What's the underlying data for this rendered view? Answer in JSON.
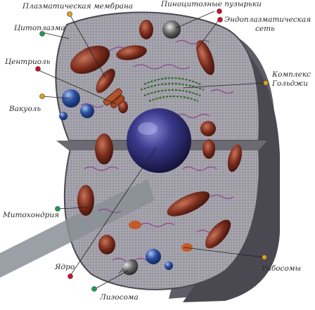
{
  "labels": {
    "plasma_membrane": "Плазматическая мембрана",
    "pinocytic_vesicles": "Пиноцитозные пузырьки",
    "cytoplasm": "Цитоплазма",
    "er_line1": "Эндоплазматическая",
    "er_line2": "сеть",
    "centriole": "Центриоль",
    "golgi_line1": "Комплекс",
    "golgi_line2": "Гольджи",
    "vacuole": "Вакуоль",
    "mitochondria": "Митохондрия",
    "ribosomes": "Рибосомы",
    "nucleus": "Ядро",
    "lysosome": "Лизосома"
  },
  "colors": {
    "cell_fill": "#9c9aa2",
    "cell_shadow": "#5e5c64",
    "mitochondria": "#7a2c1c",
    "nucleus": "#33317a",
    "golgi": "#2e6b2a",
    "er": "#8c3c8a",
    "vacuole": "#2c4fa0",
    "pointer_red": "#c8102e",
    "pointer_green": "#1e9c5a",
    "pointer_yellow": "#d9a21b"
  }
}
